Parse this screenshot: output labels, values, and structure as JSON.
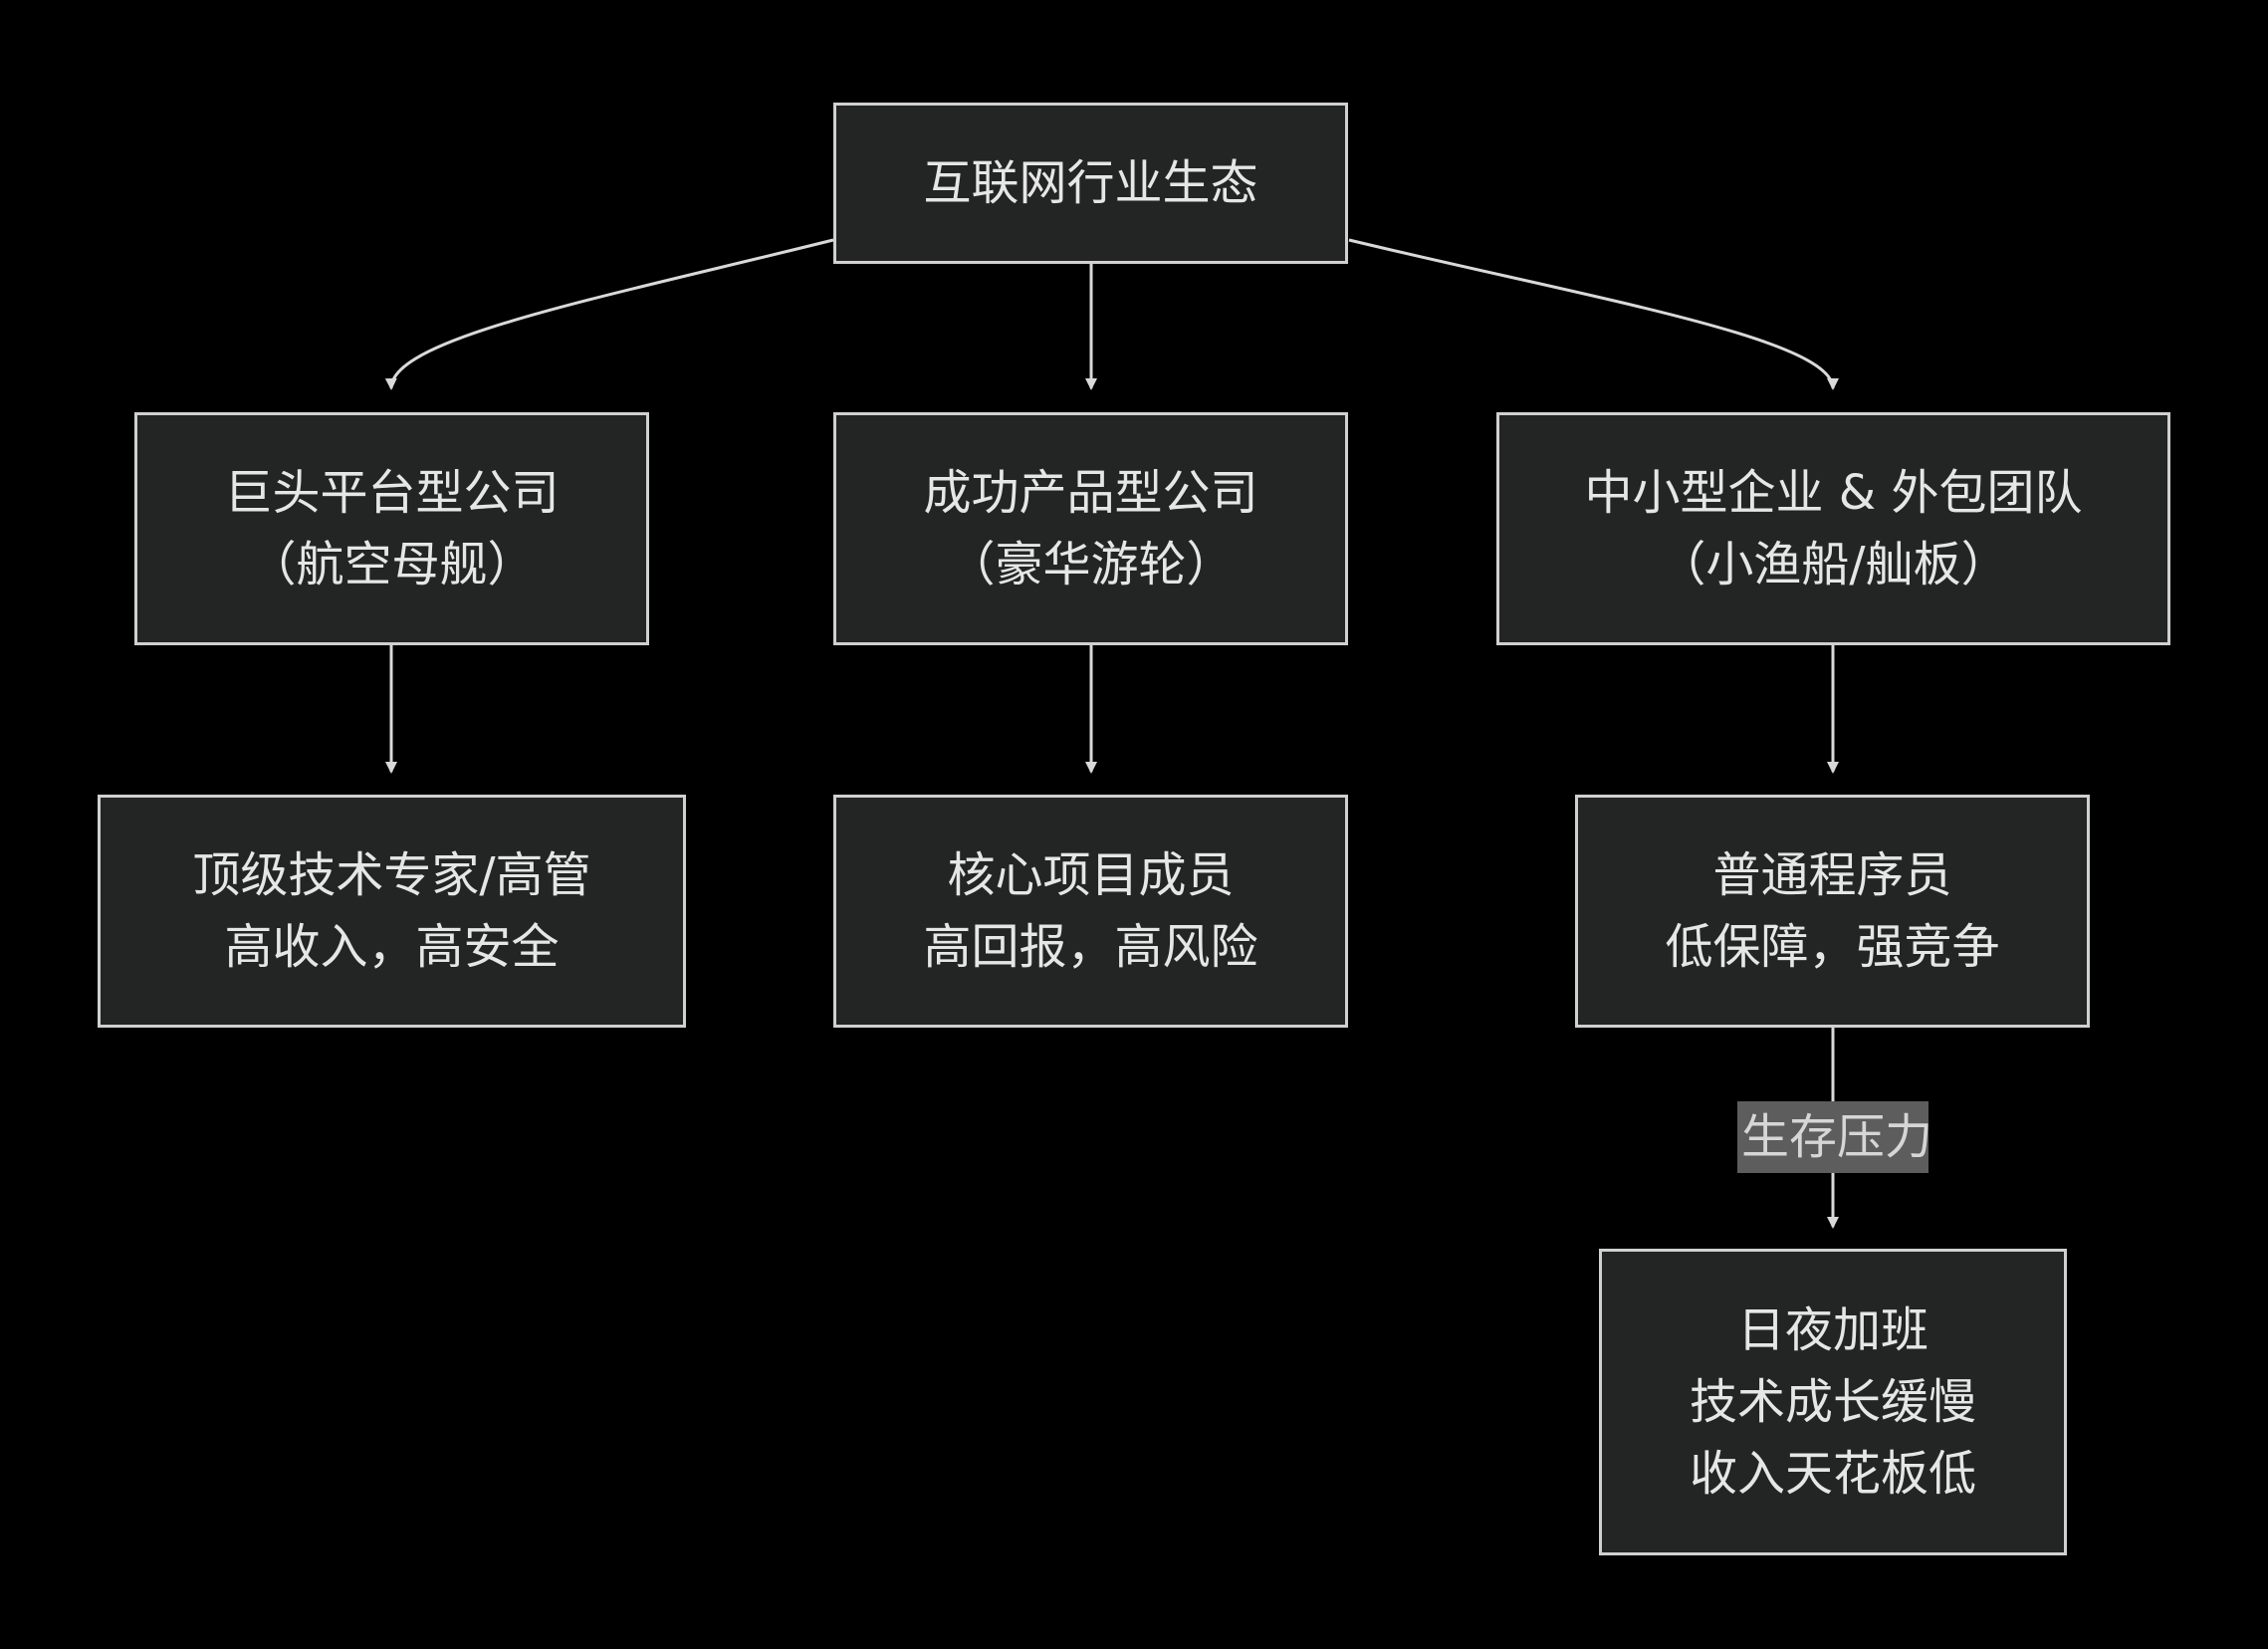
{
  "theme": {
    "background": "#000000",
    "node_fill": "#232524",
    "node_border": "#cfd0cf",
    "text_color": "#e6e6e6",
    "edge_color": "#d9d9d9",
    "edge_label_fill": "#5d5d5d"
  },
  "nodes": {
    "root": {
      "lines": [
        "互联网行业生态"
      ]
    },
    "giant": {
      "lines": [
        "巨头平台型公司",
        "（航空母舰）"
      ]
    },
    "product": {
      "lines": [
        "成功产品型公司",
        "（豪华游轮）"
      ]
    },
    "sme": {
      "lines": [
        "中小型企业 & 外包团队",
        "（小渔船/舢板）"
      ]
    },
    "expert": {
      "lines": [
        "顶级技术专家/高管",
        "高收入，高安全"
      ]
    },
    "core": {
      "lines": [
        "核心项目成员",
        "高回报，高风险"
      ]
    },
    "programmer": {
      "lines": [
        "普通程序员",
        "低保障，强竞争"
      ]
    },
    "overtime": {
      "lines": [
        "日夜加班",
        "技术成长缓慢",
        "收入天花板低"
      ]
    }
  },
  "edges": [
    {
      "from": "root",
      "to": "giant"
    },
    {
      "from": "root",
      "to": "product"
    },
    {
      "from": "root",
      "to": "sme"
    },
    {
      "from": "giant",
      "to": "expert"
    },
    {
      "from": "product",
      "to": "core"
    },
    {
      "from": "sme",
      "to": "programmer"
    },
    {
      "from": "programmer",
      "to": "overtime",
      "label": "生存压力"
    }
  ]
}
